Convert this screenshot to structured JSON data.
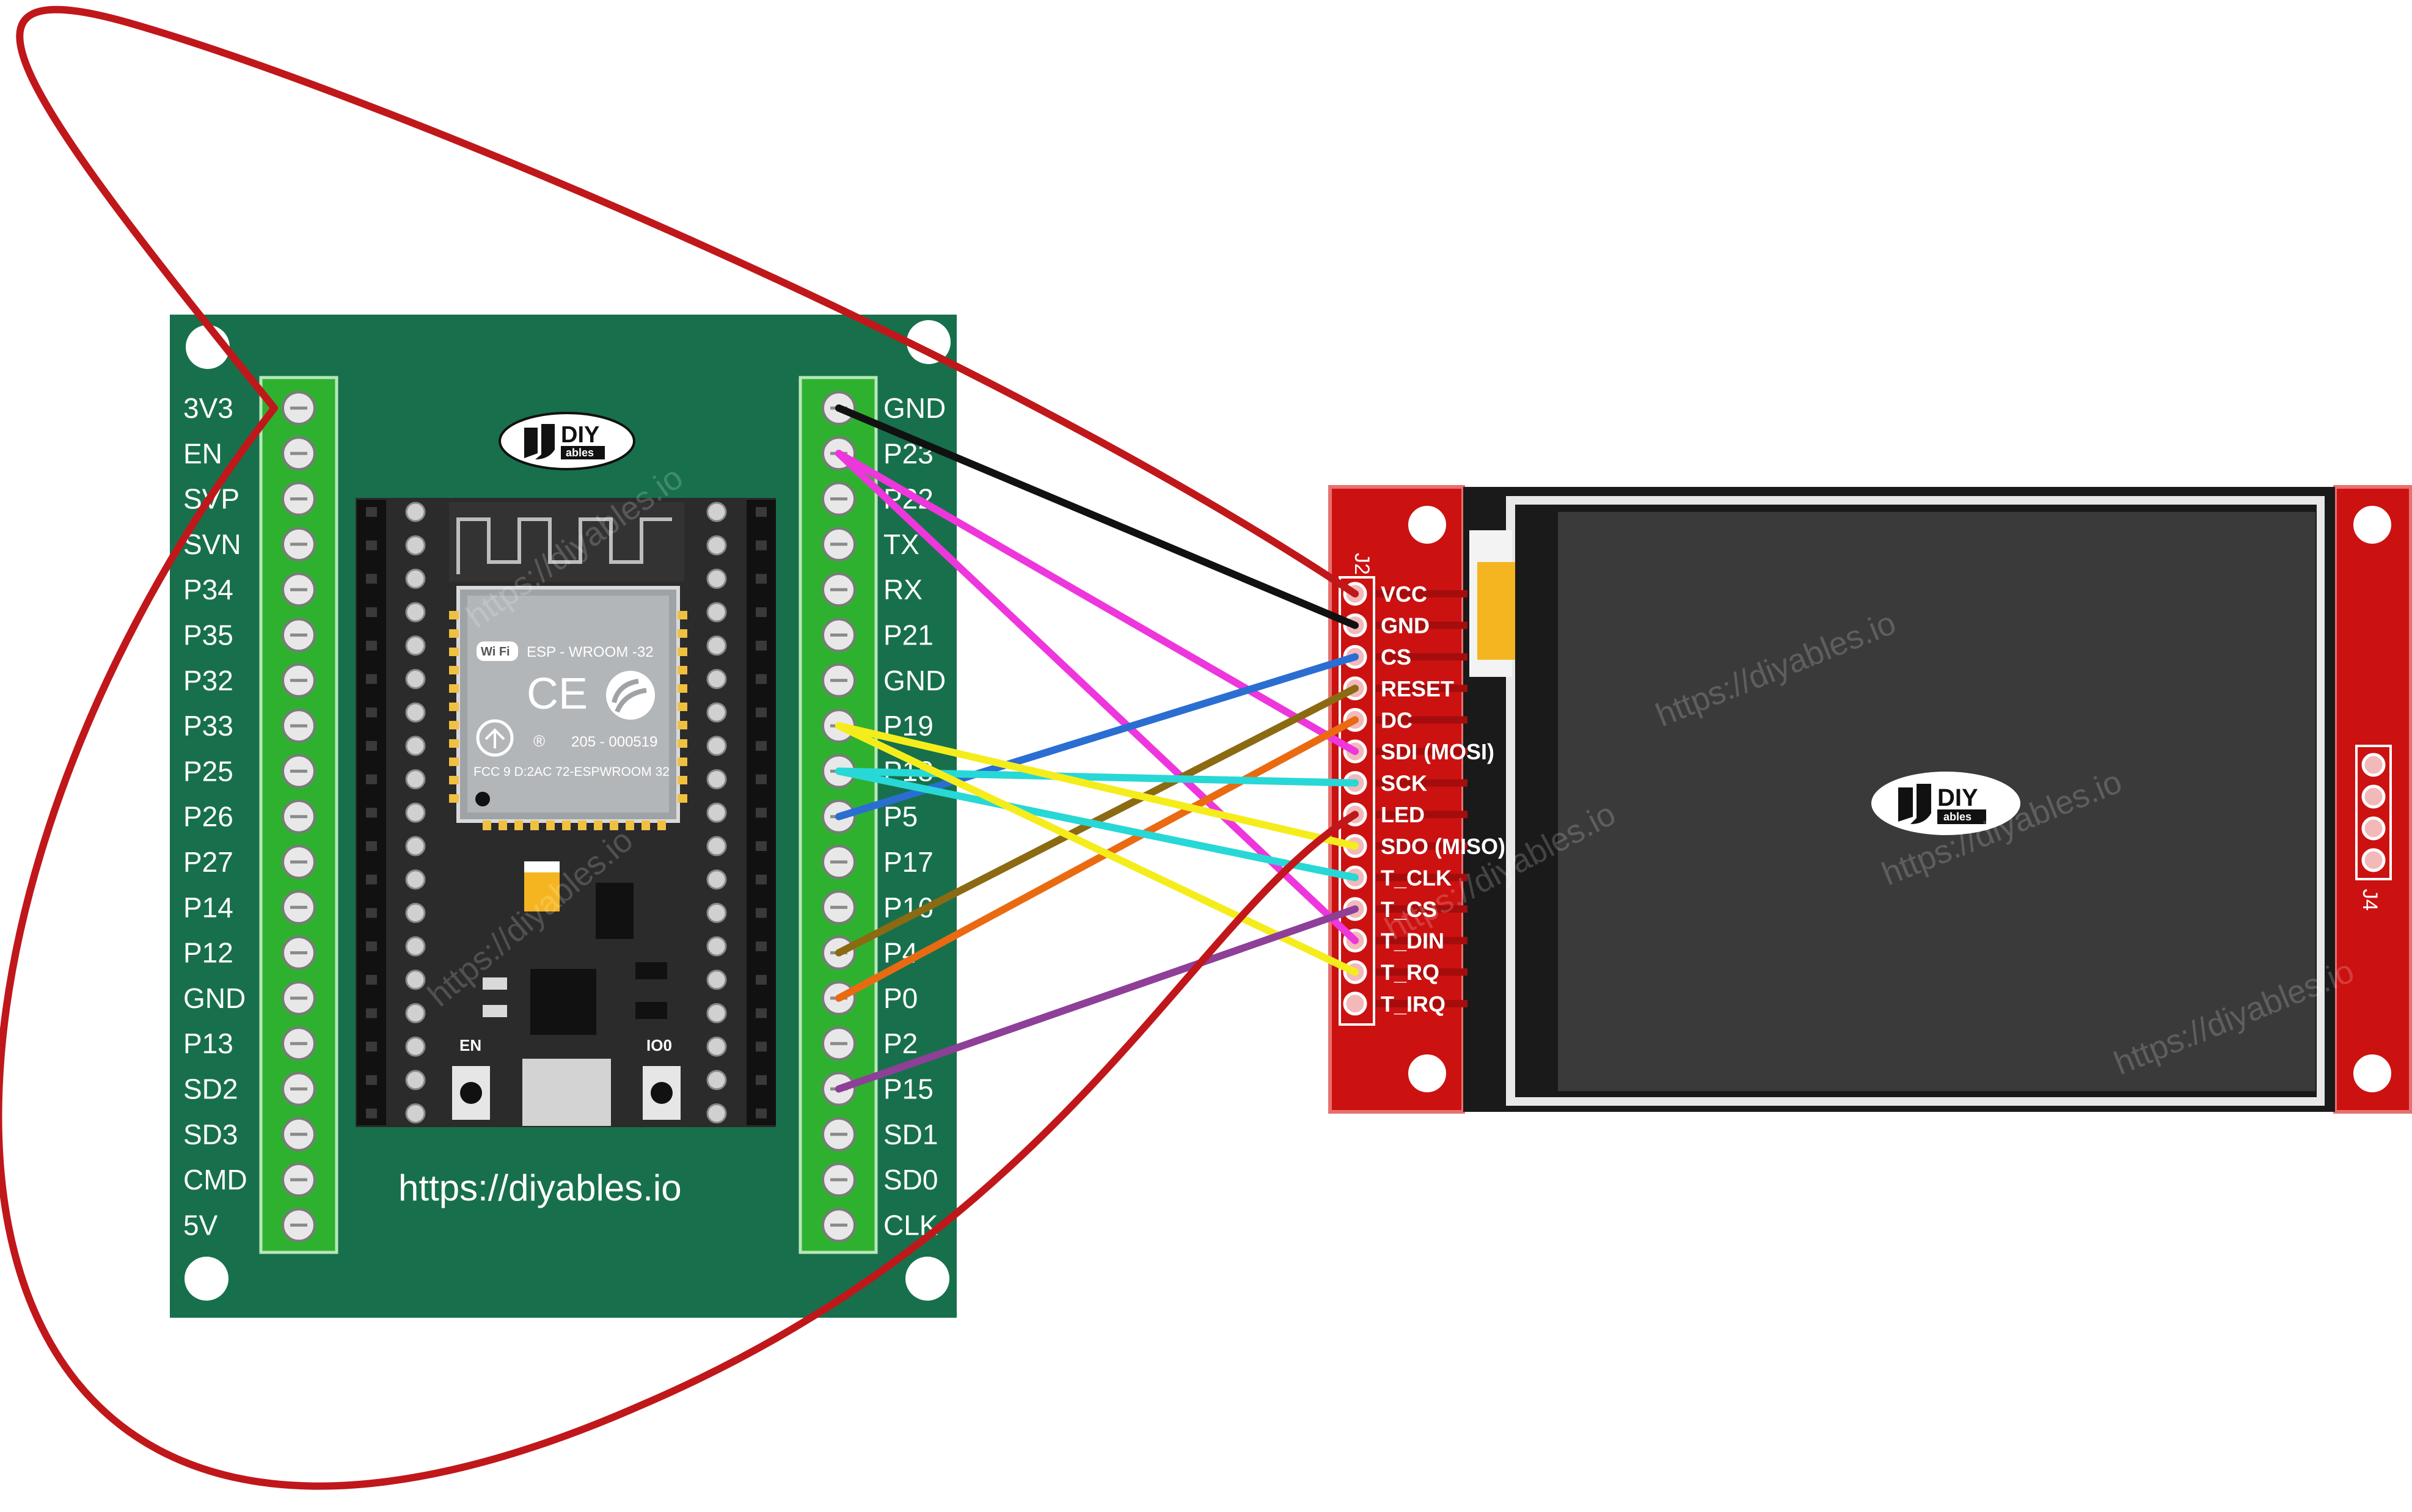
{
  "board": {
    "url": "https://diyables.io",
    "module": {
      "label": "ESP - WROOM -32",
      "cert_line1": "205 - 000519",
      "cert_line2": "FCC 9 D:2AC 72-ESPWROOM 32",
      "wifi": "Wi Fi",
      "ce": "CE"
    },
    "buttons": {
      "en": "EN",
      "io0": "IO0"
    },
    "left_pins": [
      "3V3",
      "EN",
      "SVP",
      "SVN",
      "P34",
      "P35",
      "P32",
      "P33",
      "P25",
      "P26",
      "P27",
      "P14",
      "P12",
      "GND",
      "P13",
      "SD2",
      "SD3",
      "CMD",
      "5V"
    ],
    "right_pins": [
      "GND",
      "P23",
      "P22",
      "TX",
      "RX",
      "P21",
      "GND",
      "P19",
      "P18",
      "P5",
      "P17",
      "P16",
      "P4",
      "P0",
      "P2",
      "P15",
      "SD1",
      "SD0",
      "CLK"
    ],
    "board_color": "#17704b",
    "terminal_color": "#2fb130"
  },
  "display": {
    "header_j2": "J2",
    "header_j4": "J4",
    "pins": [
      "VCC",
      "GND",
      "CS",
      "RESET",
      "DC",
      "SDI (MOSI)",
      "SCK",
      "LED",
      "SDO (MISO)",
      "T_CLK",
      "T_CS",
      "T_DIN",
      "T_RQ",
      "T_IRQ"
    ],
    "pcb_color": "#cc1111",
    "screen_color": "#3a3a3a"
  },
  "logo": {
    "text": "DIY",
    "sub": "ables"
  },
  "watermark": "https://diyables.io",
  "wires": [
    {
      "from": "3V3",
      "to": "VCC",
      "color": "#c0171b"
    },
    {
      "from": "GND",
      "to": "GND",
      "color": "#111111"
    },
    {
      "from": "P23",
      "to": "SDI (MOSI)",
      "color": "#ee36dd"
    },
    {
      "from": "P23",
      "to": "T_DIN",
      "color": "#ee36dd"
    },
    {
      "from": "P5",
      "to": "CS",
      "color": "#2a6ed2"
    },
    {
      "from": "P4",
      "to": "RESET",
      "color": "#8b6a12"
    },
    {
      "from": "P0",
      "to": "DC",
      "color": "#ea6a12"
    },
    {
      "from": "P18",
      "to": "SCK",
      "color": "#27d8d6"
    },
    {
      "from": "P18",
      "to": "T_CLK",
      "color": "#27d8d6"
    },
    {
      "from": "P19",
      "to": "SDO (MISO)",
      "color": "#f5ed1b"
    },
    {
      "from": "P19",
      "to": "T_RQ",
      "color": "#f5ed1b"
    },
    {
      "from": "P15",
      "to": "T_CS",
      "color": "#8e3f98"
    },
    {
      "from": "3V3",
      "to": "LED",
      "color": "#c0171b"
    }
  ]
}
